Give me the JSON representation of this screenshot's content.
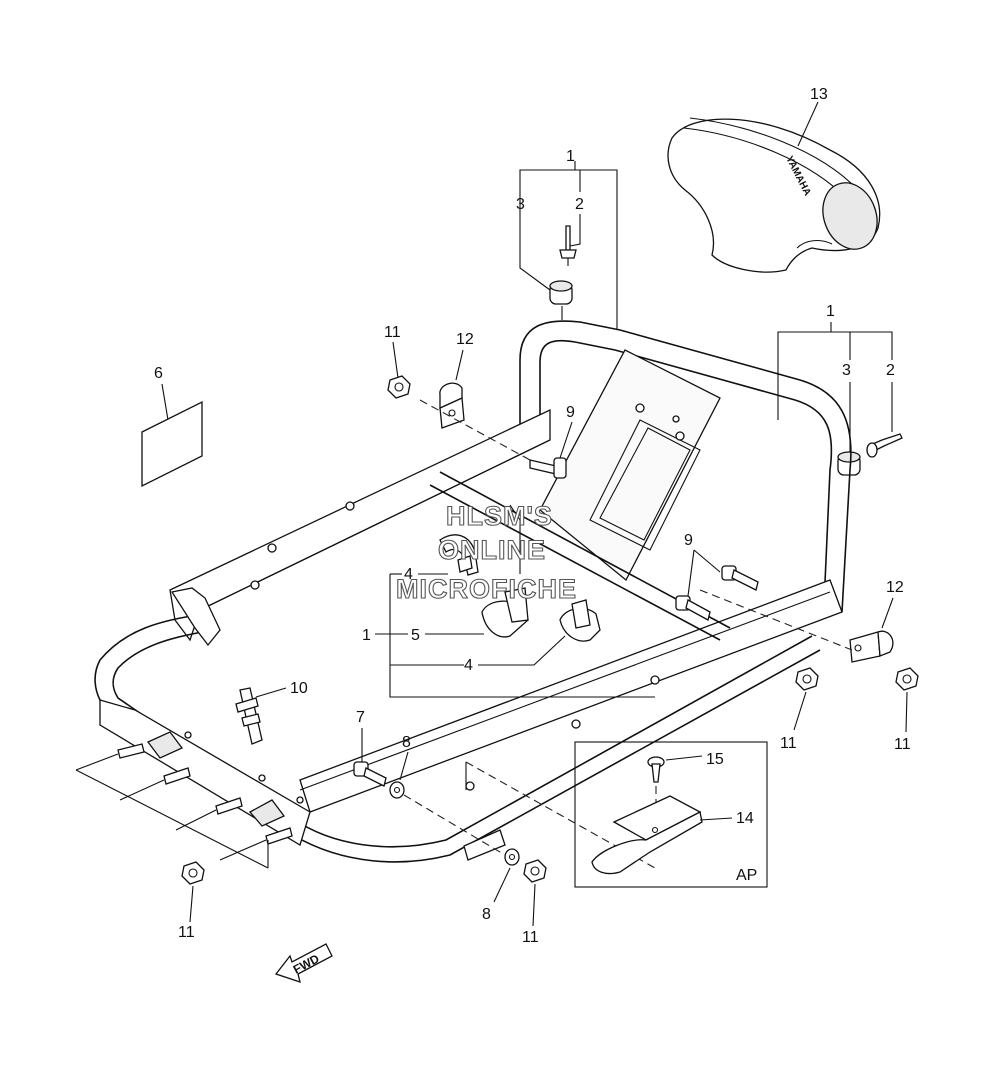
{
  "callouts": {
    "c1_top": "1",
    "c2_top": "2",
    "c3_top": "3",
    "c13": "13",
    "c1_right": "1",
    "c3_right": "3",
    "c2_right": "2",
    "c11_upper": "11",
    "c12_upper": "12",
    "c6": "6",
    "c9_upper": "9",
    "c9_right": "9",
    "c4_upper": "4",
    "c1_left": "1",
    "c5": "5",
    "c4_lower": "4",
    "c10": "10",
    "c12_right": "12",
    "c7": "7",
    "c8_upper": "8",
    "c11_mid": "11",
    "c11_right": "11",
    "c15": "15",
    "c14": "14",
    "c11_lower_left": "11",
    "c8_lower": "8",
    "c11_lower": "11"
  },
  "inset_label": "AP",
  "fwd_label": "FWD",
  "brand_text": "YAMAHA",
  "watermark": [
    "HLSM'S",
    "ONLINE",
    "MICROFICHE"
  ]
}
